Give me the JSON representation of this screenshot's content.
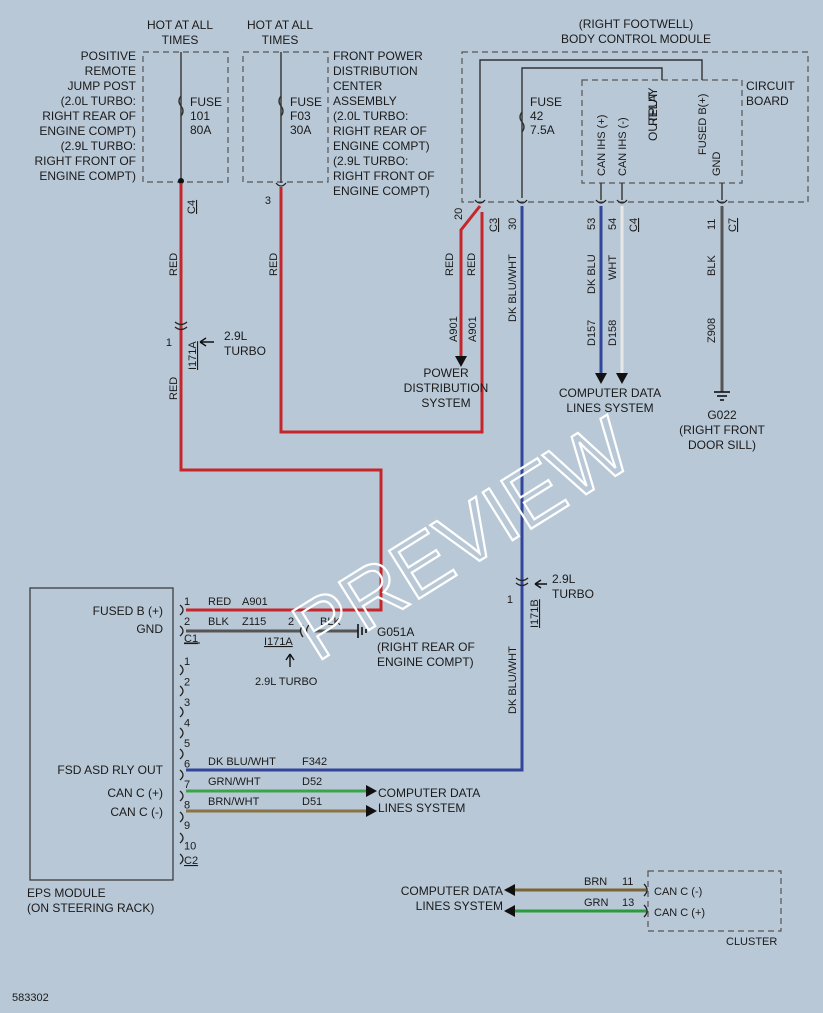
{
  "colors": {
    "background": "#b9c8d6",
    "red": "#c6262b",
    "dk_blu_wht": "#31469a",
    "wht": "#e8e8e8",
    "blk": "#555555",
    "grn": "#2b9a3a",
    "brn": "#7b6333",
    "grn_wht": "#3aa548",
    "brn_wht": "#8a7444"
  },
  "labels": {
    "hot1": [
      "HOT AT ALL",
      "TIMES"
    ],
    "hot2": [
      "HOT AT ALL",
      "TIMES"
    ],
    "positive_post": [
      "POSITIVE",
      "REMOTE",
      "JUMP POST",
      "(2.0L TURBO:",
      "RIGHT REAR OF",
      "ENGINE COMPT)",
      "(2.9L TURBO:",
      "RIGHT FRONT OF",
      "ENGINE COMPT)"
    ],
    "front_pdc": [
      "FRONT POWER",
      "DISTRIBUTION",
      "CENTER",
      "ASSEMBLY",
      "(2.0L TURBO:",
      "RIGHT REAR OF",
      "ENGINE COMPT)",
      "(2.9L TURBO:",
      "RIGHT FRONT OF",
      "ENGINE COMPT)"
    ],
    "bcm_title": [
      "(RIGHT FOOTWELL)",
      "BODY CONTROL MODULE"
    ],
    "circuit_board": [
      "CIRCUIT",
      "BOARD"
    ],
    "fuse101": [
      "FUSE",
      "101",
      "80A"
    ],
    "fuseF03": [
      "FUSE",
      "F03",
      "30A"
    ],
    "fuse42": [
      "FUSE",
      "42",
      "7.5A"
    ],
    "relay_output": [
      "RELAY",
      "OUTPUT"
    ],
    "can_ihs_pos": "CAN IHS (+)",
    "can_ihs_neg": "CAN IHS (-)",
    "fused_b_bcm": "FUSED B(+)",
    "gnd_bcm": "GND",
    "conn_c4_top": "C4",
    "conn_c3": "C3",
    "conn_c4_bcm": "C4",
    "conn_c7": "C7",
    "pin_3": "3",
    "pin_20": "20",
    "pin_30": "30",
    "pin_53": "53",
    "pin_54": "54",
    "pin_11_bcm": "11",
    "wire_red_1": "RED",
    "wire_red_2": "RED",
    "wire_red_3": "RED",
    "wire_red_4": "RED",
    "wire_red_5": "RED",
    "wire_a901_1": "A901",
    "wire_a901_2": "A901",
    "wire_dkbluwht_1": "DK BLU/WHT",
    "wire_dkbluwht_2": "DK BLU/WHT",
    "wire_dkblu": "DK BLU",
    "wire_wht": "WHT",
    "wire_blk": "BLK",
    "wire_d157": "D157",
    "wire_d158": "D158",
    "wire_z908": "Z908",
    "pdc_system": [
      "POWER",
      "DISTRIBUTION",
      "SYSTEM"
    ],
    "cdl_system_top": [
      "COMPUTER DATA",
      "LINES SYSTEM"
    ],
    "g022": [
      "G022",
      "(RIGHT FRONT",
      "DOOR SILL)"
    ],
    "i171a_top": "I171A",
    "pin1_i171a": "1",
    "turbo_29_a": [
      "2.9L",
      "TURBO"
    ],
    "i171b": "I171B",
    "pin1_i171b": "1",
    "turbo_29_b": [
      "2.9L",
      "TURBO"
    ],
    "eps_module": [
      "EPS MODULE",
      "(ON STEERING RACK)"
    ],
    "fused_b_eps": "FUSED B (+)",
    "gnd_eps": "GND",
    "fsd_asd": "FSD ASD RLY OUT",
    "can_c_pos_eps": "CAN C (+)",
    "can_c_neg_eps": "CAN C (-)",
    "c1_pins": [
      "1",
      "2"
    ],
    "c1_label": "C1",
    "c2_pins": [
      "1",
      "2",
      "3",
      "4",
      "5",
      "6",
      "7",
      "8",
      "9",
      "10"
    ],
    "c2_label": "C2",
    "eps_red": "RED",
    "eps_a901": "A901",
    "eps_blk": "BLK",
    "eps_z115": "Z115",
    "eps_pin2": "2",
    "eps_blk2": "BLK",
    "i171a_bottom": "I171A",
    "turbo_29_c": "2.9L TURBO",
    "g051a": [
      "G051A",
      "(RIGHT REAR OF",
      "ENGINE COMPT)"
    ],
    "eps_dkbluwht": "DK BLU/WHT",
    "eps_f342": "F342",
    "eps_grnwht": "GRN/WHT",
    "eps_d52": "D52",
    "eps_brnwht": "BRN/WHT",
    "eps_d51": "D51",
    "cdl_system_eps": [
      "COMPUTER DATA",
      "LINES SYSTEM"
    ],
    "cdl_system_cluster": [
      "COMPUTER DATA",
      "LINES SYSTEM"
    ],
    "cluster_brn": "BRN",
    "cluster_grn": "GRN",
    "cluster_pin11": "11",
    "cluster_pin13": "13",
    "cluster_can_neg": "CAN C (-)",
    "cluster_can_pos": "CAN C (+)",
    "cluster": "CLUSTER",
    "diagram_number": "583302",
    "watermark": "PREVIEW"
  }
}
